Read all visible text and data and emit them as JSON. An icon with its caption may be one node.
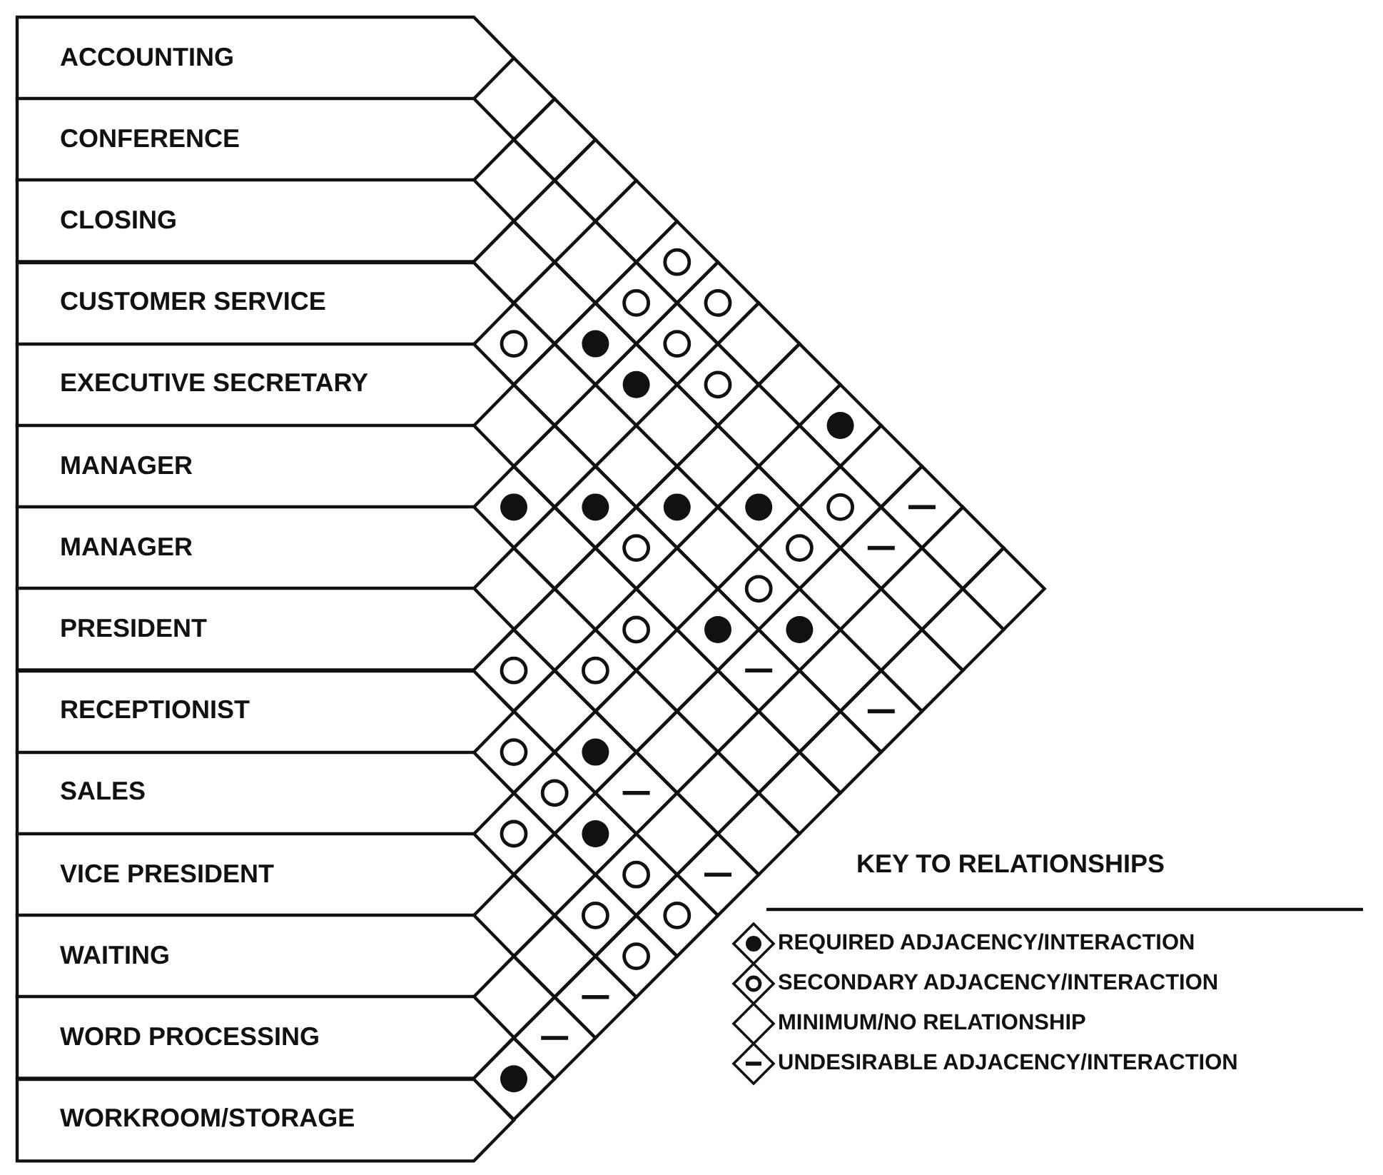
{
  "diagram": {
    "nodes": [
      {
        "text": [
          "ACCOUNTING"
        ]
      },
      {
        "text": [
          "CONFERENCE"
        ]
      },
      {
        "text": [
          "CLOSING"
        ]
      },
      {
        "text": [
          "CUSTOMER SERVICE"
        ]
      },
      {
        "text": [
          "EXECUTIVE SECRETARY"
        ]
      },
      {
        "text": [
          "MANAGER"
        ]
      },
      {
        "text": [
          "MANAGER"
        ]
      },
      {
        "text": [
          "PRESIDENT"
        ]
      },
      {
        "text": [
          "RECEPTIONIST"
        ]
      },
      {
        "text": [
          "SALES"
        ]
      },
      {
        "text": [
          "VICE PRESIDENT"
        ]
      },
      {
        "text": [
          "WAITING"
        ]
      },
      {
        "text": [
          "WORD PROCESSING"
        ]
      },
      {
        "text": [
          "WORKROOM/STORAGE"
        ]
      }
    ],
    "labels": [
      "KEY TO RELATIONSHIPS"
    ],
    "legend": [
      {
        "text": "REQUIRED ADJACENCY/INTERACTION"
      },
      {
        "text": "SECONDARY ADJACENCY/INTERACTION"
      },
      {
        "text": "MINIMUM/NO RELATIONSHIP"
      },
      {
        "text": "UNDESIRABLE ADJACENCY/INTERACTION"
      }
    ]
  }
}
